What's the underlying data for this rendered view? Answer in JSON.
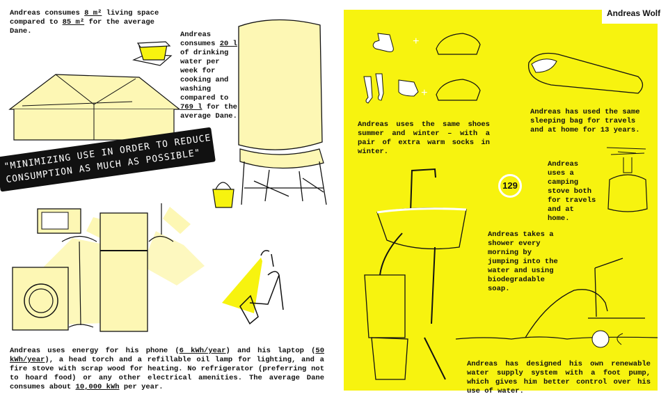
{
  "header": {
    "author_name": "Andreas Wolf",
    "page_number": "129"
  },
  "colors": {
    "accent_yellow": "#f7f30f",
    "light_yellow": "#fdf7b4",
    "ink": "#111111"
  },
  "left_page": {
    "living_space": {
      "prefix": "Andreas consumes",
      "andreas_value": "8 m²",
      "middle": "living space compared to",
      "dane_value": "85 m²",
      "suffix": "for the average Dane."
    },
    "water": {
      "prefix": "Andreas consumes",
      "andreas_value": "20 l",
      "middle": "of drinking water per week for cooking and washing compared to",
      "dane_value": "769 l",
      "suffix": "for the average Dane."
    },
    "quote_banner": "\"MINIMIZING USE IN ORDER TO REDUCE CONSUMPTION AS MUCH AS POSSIBLE\"",
    "energy": {
      "part1": "Andreas uses energy for his phone (",
      "phone_value": "6 kWh/year",
      "part2": ") and his laptop (",
      "laptop_value": "50 kWh/year",
      "part3": "), a head torch and a refillable oil lamp for lighting, and a fire stove with scrap wood for heating. No refrigerator (preferring not to hoard food) or any other electrical amenities. The average Dane consumes about",
      "dane_value": "10,000 kWh",
      "part4": "per year."
    }
  },
  "right_page": {
    "shoes": "Andreas uses the same shoes summer and winter – with a pair of extra warm socks in winter.",
    "sleeping_bag": "Andreas has used the same sleeping bag for travels and at home for 13 years.",
    "stove": "Andreas uses a camping stove both for travels and at home.",
    "shower": "Andreas takes a shower every morning by jumping into the water and using biodegradable soap.",
    "water_supply": "Andreas has designed his own renewable water supply system with a foot pump, which gives him better control over his use of water."
  }
}
